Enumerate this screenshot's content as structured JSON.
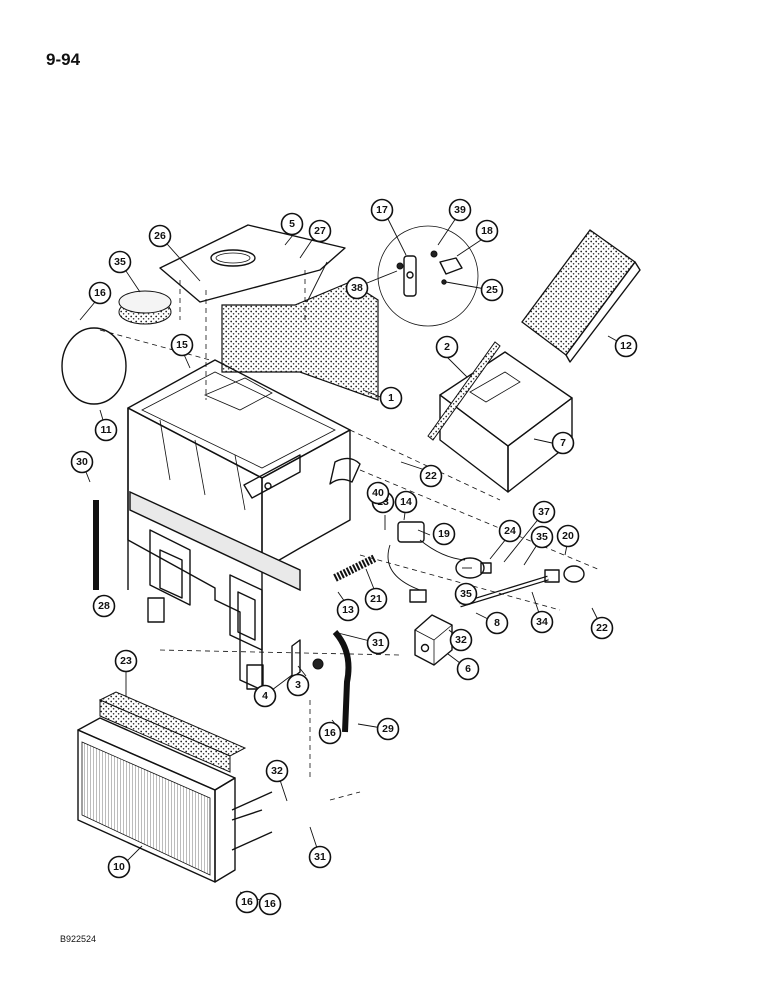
{
  "page_number": "9-94",
  "drawing_code": "B922524",
  "callouts": [
    "1",
    "2",
    "3",
    "4",
    "5",
    "6",
    "7",
    "8",
    "10",
    "11",
    "12",
    "13",
    "13",
    "14",
    "15",
    "16",
    "16",
    "16",
    "16",
    "17",
    "18",
    "19",
    "20",
    "21",
    "22",
    "22",
    "23",
    "24",
    "25",
    "26",
    "27",
    "28",
    "29",
    "30",
    "31",
    "31",
    "32",
    "32",
    "34",
    "35",
    "35",
    "35",
    "37",
    "38",
    "39",
    "40"
  ]
}
